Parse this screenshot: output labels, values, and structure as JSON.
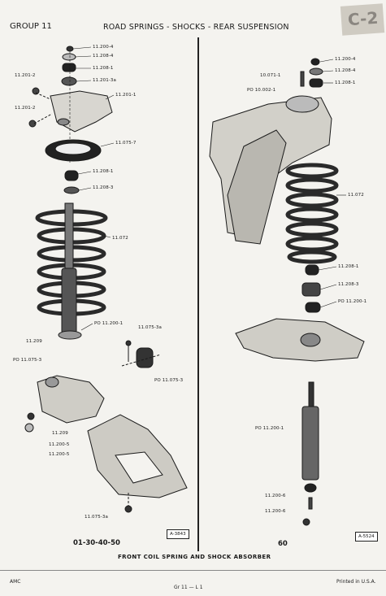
{
  "header": {
    "group": "GROUP 11",
    "title": "ROAD SPRINGS - SHOCKS - REAR SUSPENSION",
    "corner_mark": "C-2"
  },
  "left_labels": {
    "p1": "11.200-4",
    "p2": "11.208-4",
    "p3": "11.208-1",
    "p4": "11.201-3a",
    "p5": "11.201-2",
    "p6": "11.201-1",
    "p7": "11.201-2",
    "p8": "11.075-7",
    "p9": "11.208-1",
    "p10": "11.208-3",
    "p11": "11.072",
    "p12": "PO 11.200-1",
    "p13": "11.075-3a",
    "p14": "11.209",
    "p15": "PO 11.075-3",
    "p16": "PO 11.075-3",
    "p17": "11.209",
    "p18": "11.200-5",
    "p19": "11.200-5",
    "p20": "11.075-3a"
  },
  "right_labels": {
    "r1": "11.200-4",
    "r2": "11.208-4",
    "r3": "10.071-1",
    "r4": "11.208-1",
    "r5": "PO 10.002-1",
    "r6": "11.072",
    "r7": "11.208-1",
    "r8": "11.208-3",
    "r9": "PO 11.200-1",
    "r10": "PO 11.200-1",
    "r11": "11.200-6",
    "r12": "11.200-6"
  },
  "figures": {
    "left_number": "01-30-40-50",
    "left_ref": "A-3843",
    "right_number": "60",
    "right_ref": "A-5524",
    "caption": "FRONT COIL SPRING AND SHOCK ABSORBER"
  },
  "footer": {
    "brand": "AMC",
    "page": "Gr 11 — L 1",
    "printed": "Printed in U.S.A."
  },
  "colors": {
    "paper": "#f4f3ef",
    "ink": "#1a1a1a"
  }
}
